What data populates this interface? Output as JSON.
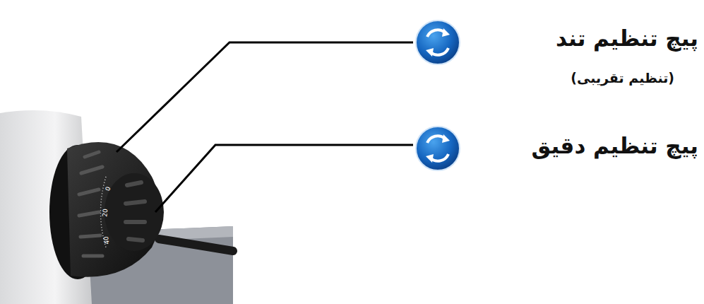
{
  "diagram": {
    "labels": [
      "پیچ تنظیم تند",
      "(تنظیم تقریبی)",
      "پیچ تنظیم دقیق",
      "0",
      "20",
      "40"
    ]
  }
}
